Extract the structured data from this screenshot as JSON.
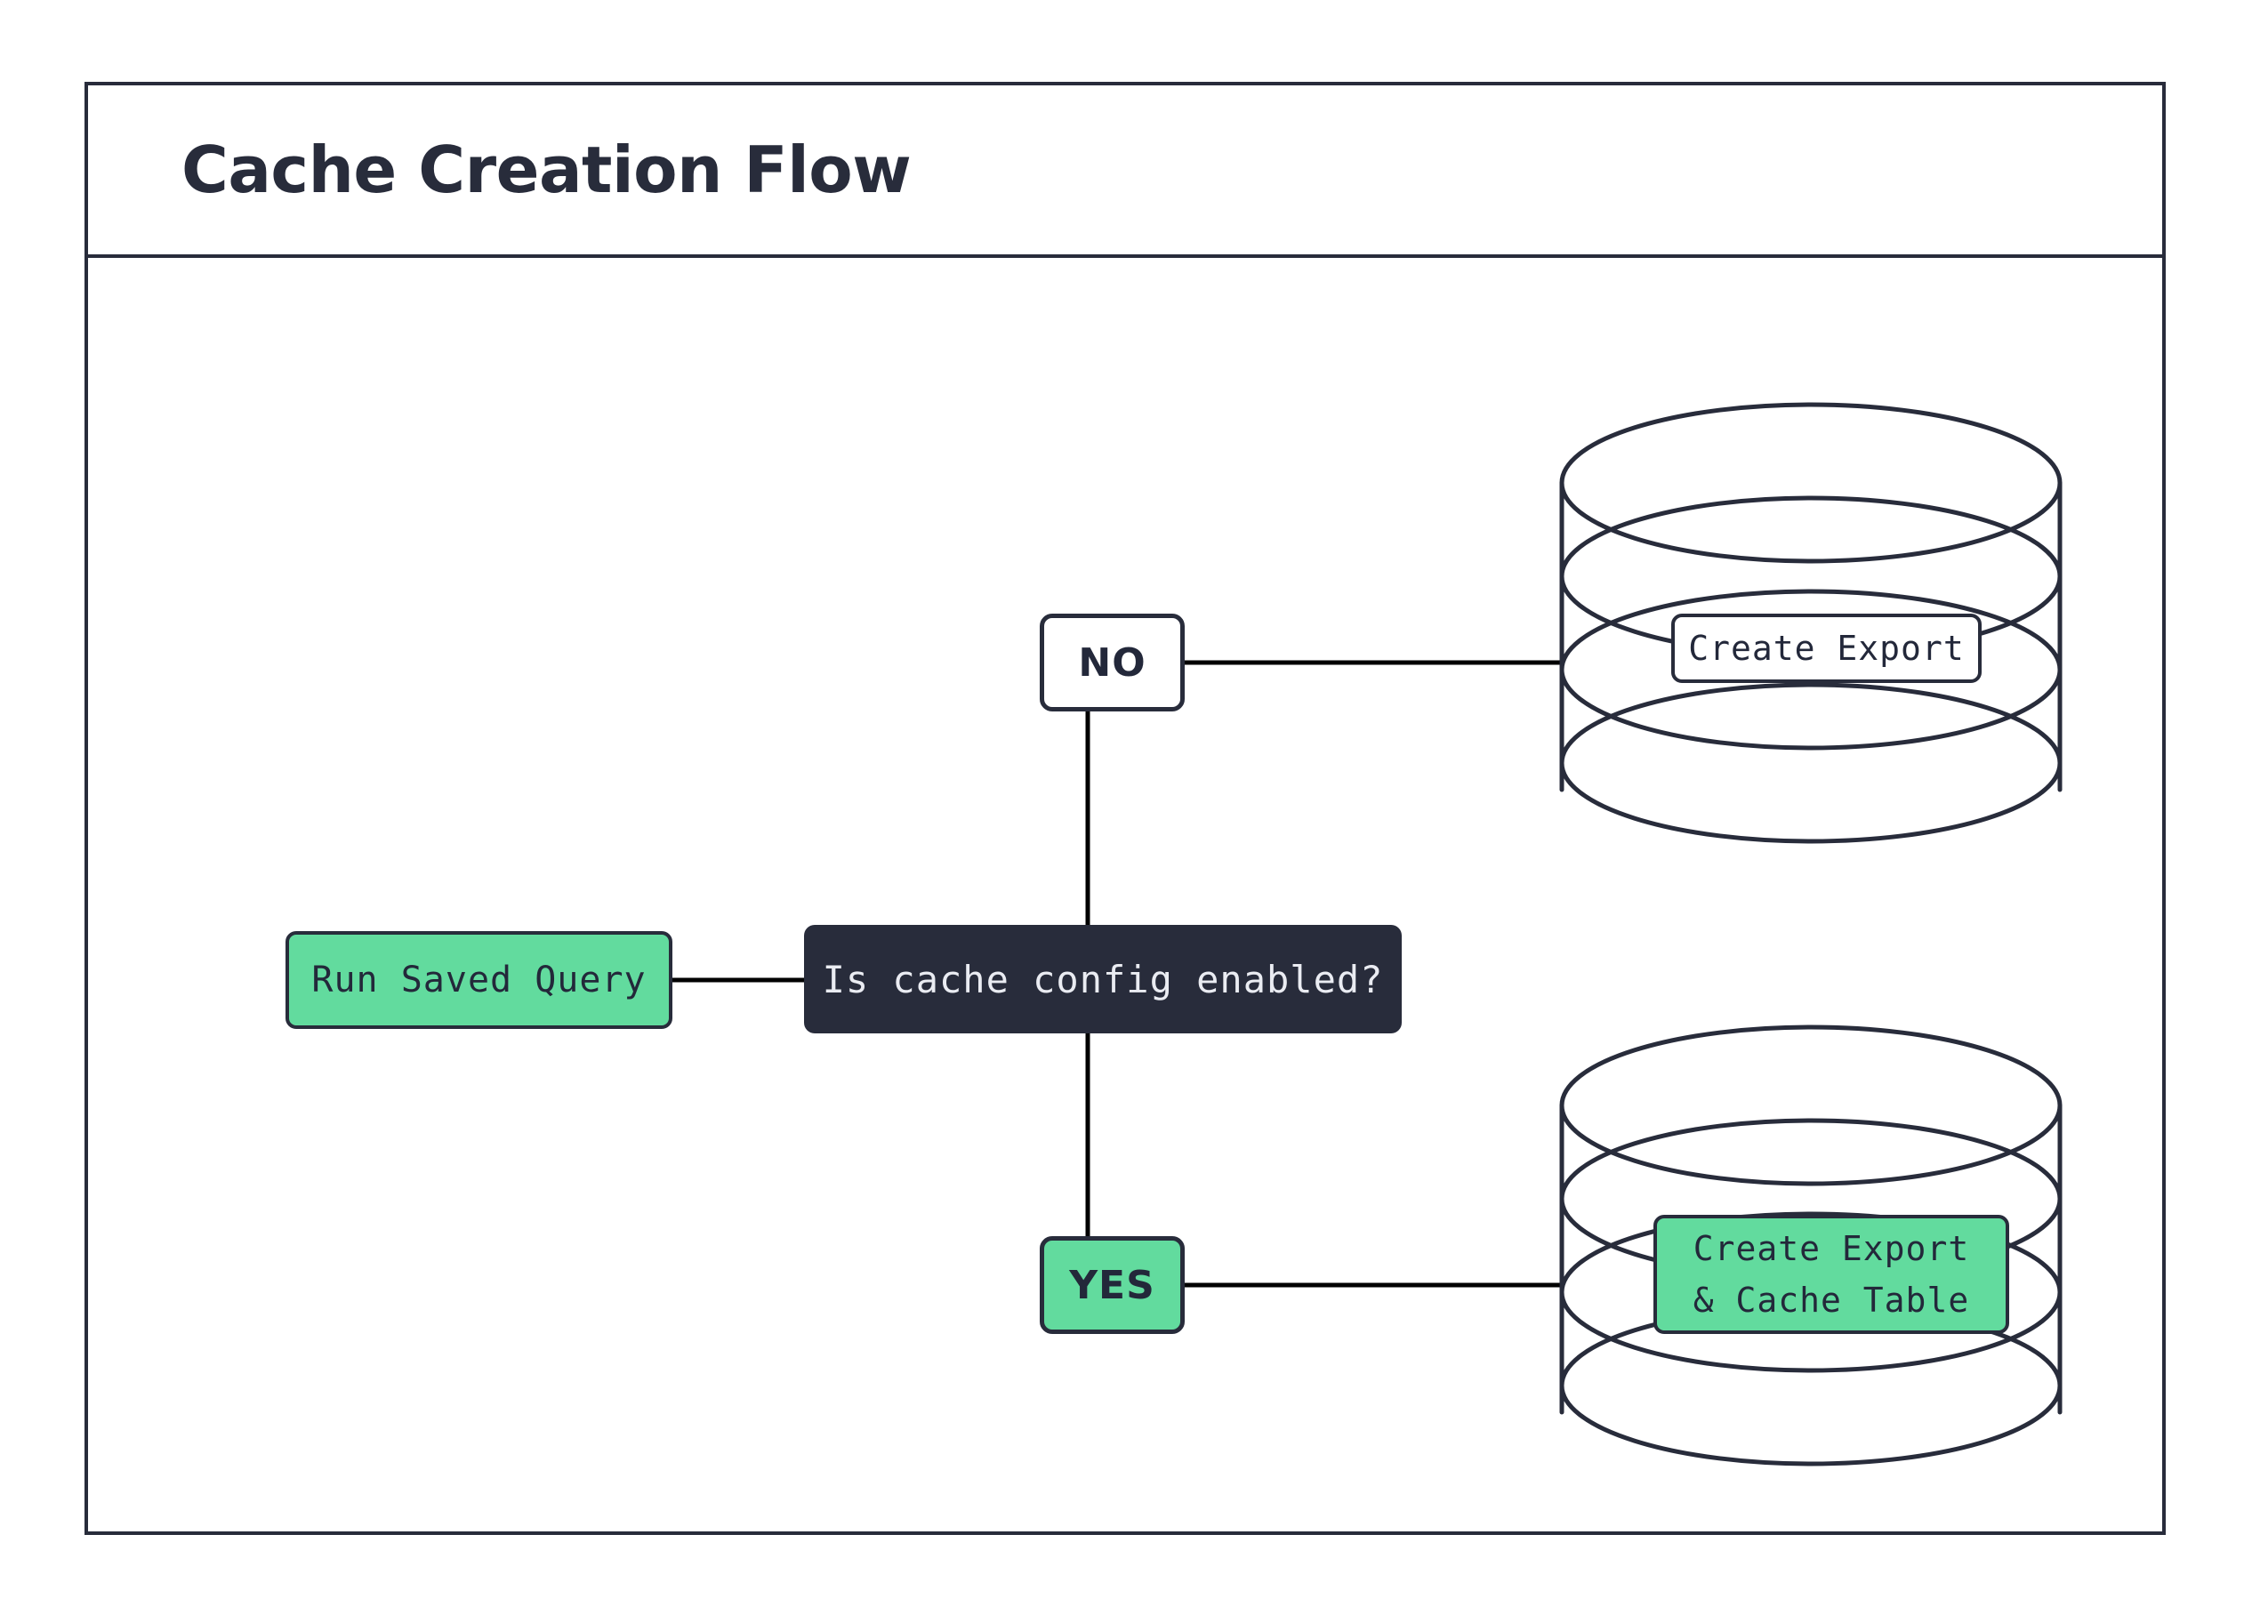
{
  "diagram": {
    "title": "Cache Creation Flow",
    "type": "flowchart",
    "colors": {
      "ink": "#282C3B",
      "accent_green": "#62DB9E",
      "decision_fill": "#282C3B",
      "decision_text": "#EAECF2",
      "canvas": "#FFFFFF"
    }
  },
  "nodes": {
    "start": {
      "label": "Run Saved Query",
      "shape": "rounded-rect",
      "fill": "#62DB9E"
    },
    "decision": {
      "label": "Is cache config enabled?",
      "shape": "rounded-rect",
      "fill": "#282C3B"
    },
    "branch_no": {
      "label": "NO",
      "shape": "rounded-rect",
      "fill": "#FFFFFF"
    },
    "branch_yes": {
      "label": "YES",
      "shape": "rounded-rect",
      "fill": "#62DB9E"
    },
    "db_export": {
      "label": "Create Export",
      "shape": "database-cylinder",
      "chip_fill": "#FFFFFF",
      "icon": "database-icon"
    },
    "db_export_cache": {
      "label_line_1": "Create Export",
      "label_line_2": "& Cache Table",
      "shape": "database-cylinder",
      "chip_fill": "#62DB9E",
      "icon": "database-icon"
    }
  },
  "edges": [
    {
      "from": "start",
      "to": "decision",
      "label": "",
      "style": "solid"
    },
    {
      "from": "decision",
      "to": "branch_no",
      "label": "",
      "style": "solid"
    },
    {
      "from": "decision",
      "to": "branch_yes",
      "label": "",
      "style": "solid"
    },
    {
      "from": "branch_no",
      "to": "db_export",
      "label": "",
      "style": "solid"
    },
    {
      "from": "branch_yes",
      "to": "db_export_cache",
      "label": "",
      "style": "solid"
    }
  ]
}
